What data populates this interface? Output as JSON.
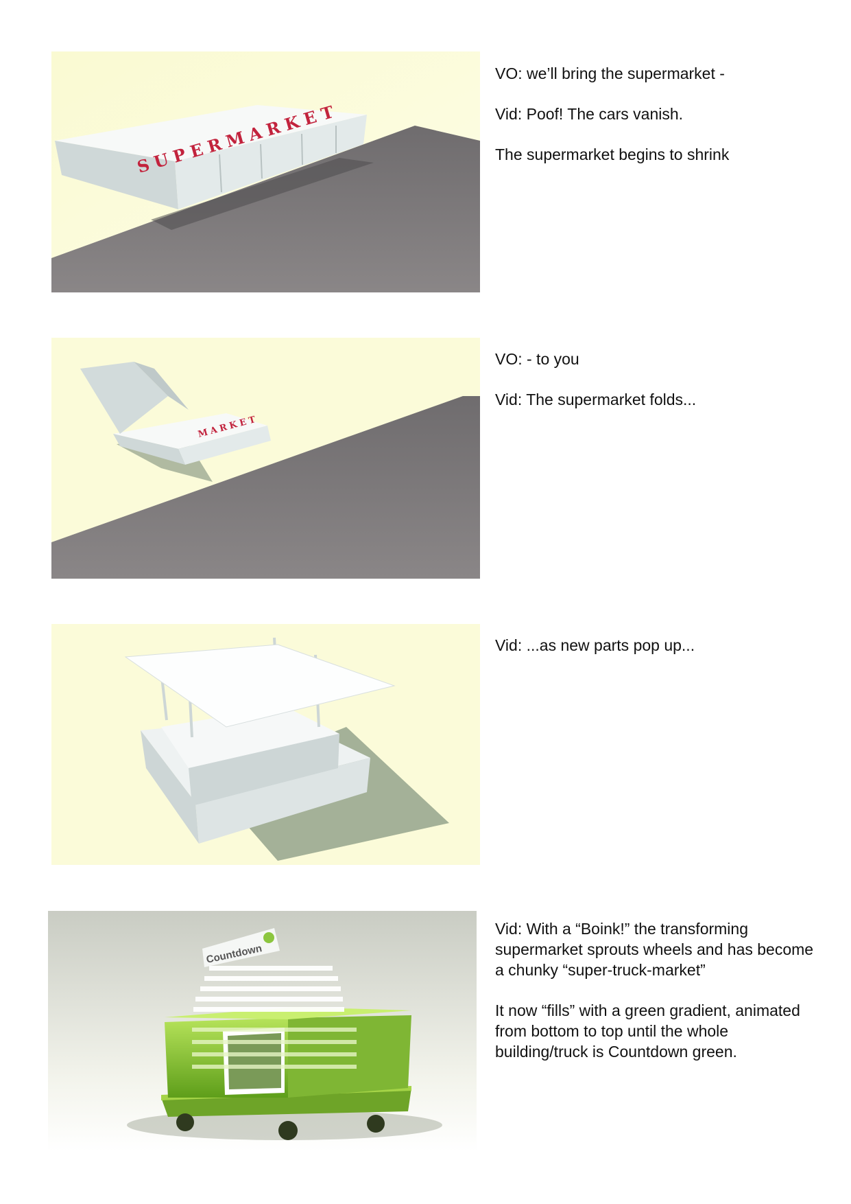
{
  "panels": [
    {
      "sign_text": "SUPERMARKET",
      "notes": [
        "VO: we’ll bring the supermarket -",
        "Vid: Poof! The cars vanish.",
        "The supermarket begins to shrink"
      ]
    },
    {
      "sign_text": "MARKET",
      "notes": [
        "VO: - to you",
        "Vid: The supermarket folds..."
      ]
    },
    {
      "sign_text": "",
      "notes": [
        "Vid: ...as new parts pop up..."
      ]
    },
    {
      "sign_text": "Countdown",
      "notes": [
        "Vid: With a “Boink!” the transforming supermarket sprouts wheels and has become a chunky “super-truck-market”",
        "It now “fills” with a green gradient, animated from bottom to top until the whole building/truck is Countdown green."
      ]
    }
  ],
  "colors": {
    "sky": "#fbfbd9",
    "road": "#7b7879",
    "building": "#dfe6e6",
    "sign_red": "#c2233d",
    "countdown_green": "#8cc63f"
  }
}
